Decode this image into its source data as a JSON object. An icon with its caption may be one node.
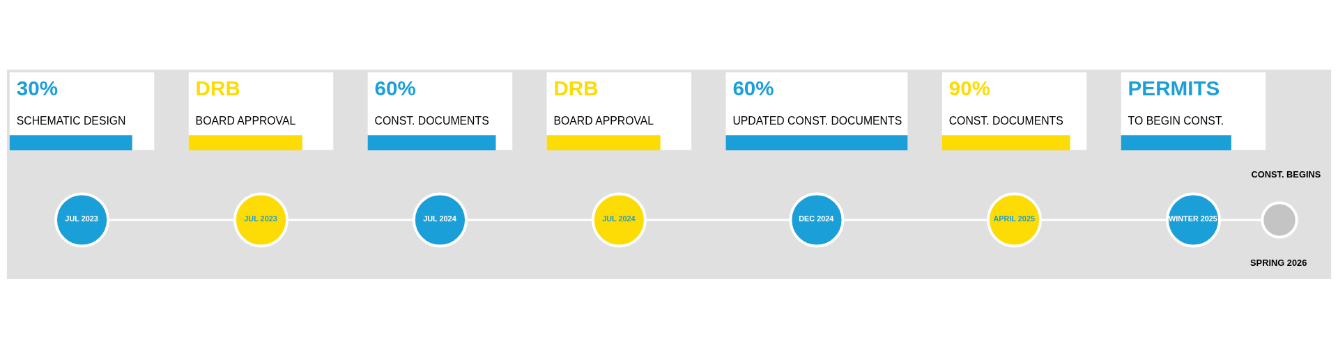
{
  "diagram": {
    "nodes": [
      {
        "text": [
          "30%",
          "SCHEMATIC DESIGN"
        ]
      },
      {
        "text": [
          "DRB",
          "BOARD APPROVAL"
        ]
      },
      {
        "text": [
          "60%",
          "CONST. DOCUMENTS"
        ]
      },
      {
        "text": [
          "DRB",
          "BOARD APPROVAL"
        ]
      },
      {
        "text": [
          "60%",
          "UPDATED CONST. DOCUMENTS"
        ]
      },
      {
        "text": [
          "90%",
          "CONST. DOCUMENTS"
        ]
      },
      {
        "text": [
          "PERMITS",
          "TO BEGIN CONST."
        ]
      },
      {
        "text": [
          "JUL 2023"
        ]
      },
      {
        "text": [
          "JUL 2023"
        ]
      },
      {
        "text": [
          "JUL 2024"
        ]
      },
      {
        "text": [
          "JUL 2024"
        ]
      },
      {
        "text": [
          "DEC 2024"
        ]
      },
      {
        "text": [
          "APRIL 2025"
        ]
      },
      {
        "text": [
          "WINTER 2025"
        ]
      },
      {
        "text": [],
        "shape": "circle",
        "beside": [
          "CONST. BEGINS",
          "SPRING 2026"
        ]
      }
    ],
    "edges": [
      {
        "from": 7,
        "to": 8,
        "arrow": "none"
      },
      {
        "from": 8,
        "to": 9,
        "arrow": "none"
      },
      {
        "from": 9,
        "to": 10,
        "arrow": "none"
      },
      {
        "from": 10,
        "to": 11,
        "arrow": "none"
      },
      {
        "from": 11,
        "to": 12,
        "arrow": "none"
      },
      {
        "from": 12,
        "to": 13,
        "arrow": "none"
      },
      {
        "from": 13,
        "to": 14,
        "arrow": "none"
      }
    ]
  }
}
